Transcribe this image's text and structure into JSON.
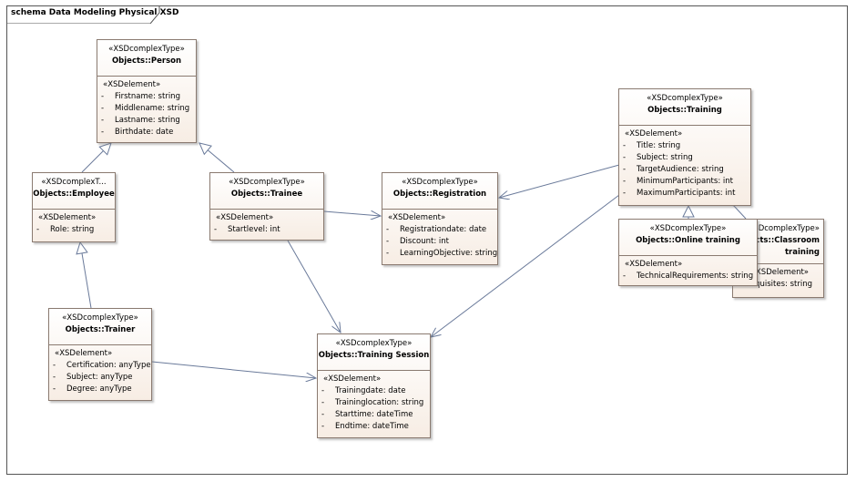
{
  "diagram": {
    "title": "schema Data Modeling Physical XSD"
  },
  "classes": {
    "person": {
      "stereotype": "«XSDcomplexType»",
      "name": "Objects::Person",
      "section": "«XSDelement»",
      "attributes": [
        {
          "vis": "-",
          "text": "Firstname: string"
        },
        {
          "vis": "-",
          "text": "Middlename: string"
        },
        {
          "vis": "-",
          "text": "Lastname: string"
        },
        {
          "vis": "-",
          "text": "Birthdate: date"
        }
      ]
    },
    "employee": {
      "stereotype": "«XSDcomplexT...",
      "name": "Objects::Employee",
      "section": "«XSDelement»",
      "attributes": [
        {
          "vis": "-",
          "text": "Role: string"
        }
      ]
    },
    "trainee": {
      "stereotype": "«XSDcomplexType»",
      "name": "Objects::Trainee",
      "section": "«XSDelement»",
      "attributes": [
        {
          "vis": "-",
          "text": "Startlevel: int"
        }
      ]
    },
    "registration": {
      "stereotype": "«XSDcomplexType»",
      "name": "Objects::Registration",
      "section": "«XSDelement»",
      "attributes": [
        {
          "vis": "-",
          "text": "Registrationdate: date"
        },
        {
          "vis": "-",
          "text": "Discount: int"
        },
        {
          "vis": "-",
          "text": "LearningObjective: string"
        }
      ]
    },
    "training": {
      "stereotype": "«XSDcomplexType»",
      "name": "Objects::Training",
      "section": "«XSDelement»",
      "attributes": [
        {
          "vis": "-",
          "text": "Title: string"
        },
        {
          "vis": "-",
          "text": "Subject: string"
        },
        {
          "vis": "-",
          "text": "TargetAudience: string"
        },
        {
          "vis": "-",
          "text": "MinimumParticipants: int"
        },
        {
          "vis": "-",
          "text": "MaximumParticipants: int"
        }
      ]
    },
    "classroom": {
      "stereotype": "«XSDcomplexType»",
      "name": "Objects::Classroom training",
      "section": "«XSDelement»",
      "attributes": [
        {
          "vis": "-",
          "text": "Requisites: string"
        }
      ]
    },
    "online": {
      "stereotype": "«XSDcomplexType»",
      "name": "Objects::Online training",
      "section": "«XSDelement»",
      "attributes": [
        {
          "vis": "-",
          "text": "TechnicalRequirements: string"
        }
      ]
    },
    "trainer": {
      "stereotype": "«XSDcomplexType»",
      "name": "Objects::Trainer",
      "section": "«XSDelement»",
      "attributes": [
        {
          "vis": "-",
          "text": "Certification: anyType"
        },
        {
          "vis": "-",
          "text": "Subject: anyType"
        },
        {
          "vis": "-",
          "text": "Degree: anyType"
        }
      ]
    },
    "session": {
      "stereotype": "«XSDcomplexType»",
      "name": "Objects::Training Session",
      "section": "«XSDelement»",
      "attributes": [
        {
          "vis": "-",
          "text": "Trainingdate: date"
        },
        {
          "vis": "-",
          "text": "Traininglocation: string"
        },
        {
          "vis": "-",
          "text": "Starttime: dateTime"
        },
        {
          "vis": "-",
          "text": "Endtime: dateTime"
        }
      ]
    }
  }
}
